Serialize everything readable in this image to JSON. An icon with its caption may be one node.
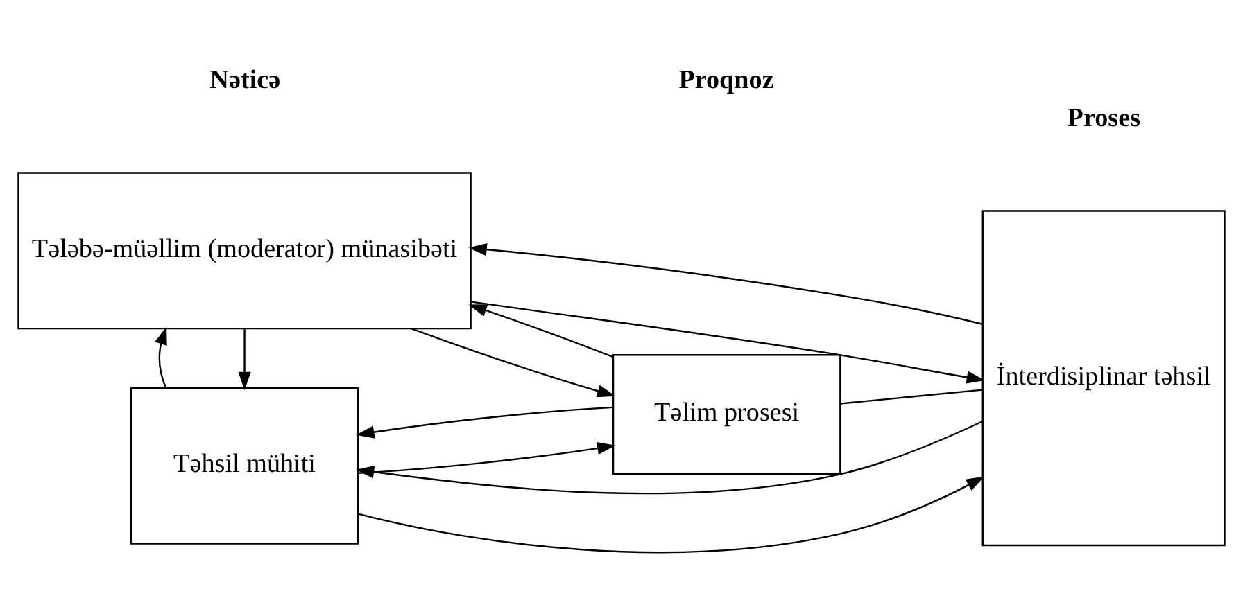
{
  "diagram": {
    "nodes": [
      {
        "text": [
          "Tələbə-müəllim (moderator) münasibəti"
        ]
      },
      {
        "text": [
          "Təhsil mühiti"
        ]
      },
      {
        "text": [
          "Təlim prosesi"
        ]
      },
      {
        "text": [
          "İnterdisiplinar təhsil"
        ]
      }
    ],
    "edges": [
      {
        "from": 3,
        "to": 0,
        "arrow": "to"
      },
      {
        "from": 0,
        "to": 3,
        "arrow": "to"
      },
      {
        "from": 2,
        "to": 0,
        "arrow": "to"
      },
      {
        "from": 0,
        "to": 2,
        "arrow": "to"
      },
      {
        "from": 2,
        "to": 3,
        "arrow": "none"
      },
      {
        "from": 0,
        "to": 1,
        "arrow": "to"
      },
      {
        "from": 1,
        "to": 0,
        "arrow": "to"
      },
      {
        "from": 1,
        "to": 2,
        "arrow": "to"
      },
      {
        "from": 2,
        "to": 1,
        "arrow": "to"
      },
      {
        "from": 1,
        "to": 3,
        "arrow": "to"
      },
      {
        "from": 3,
        "to": 1,
        "arrow": "to"
      }
    ],
    "labels": [
      "Nəticə",
      "Proqnoz",
      "Proses"
    ]
  }
}
